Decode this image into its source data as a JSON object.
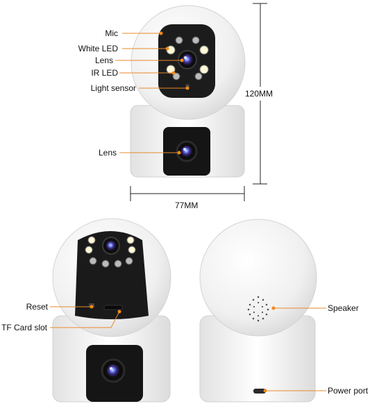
{
  "labels": {
    "mic": "Mic",
    "white_led": "White LED",
    "lens_top": "Lens",
    "ir_led": "IR LED",
    "light_sensor": "Light sensor",
    "lens_bottom": "Lens",
    "reset": "Reset",
    "tf_card_slot": "TF Card slot",
    "speaker": "Speaker",
    "power_port": "Power port"
  },
  "dimensions": {
    "height": "120MM",
    "width": "77MM"
  },
  "colors": {
    "callout_dot": "#f08a1c",
    "callout_line": "#e8892a",
    "camera_body": "#f4f4f4",
    "lens_panel": "#1a1a1a"
  }
}
